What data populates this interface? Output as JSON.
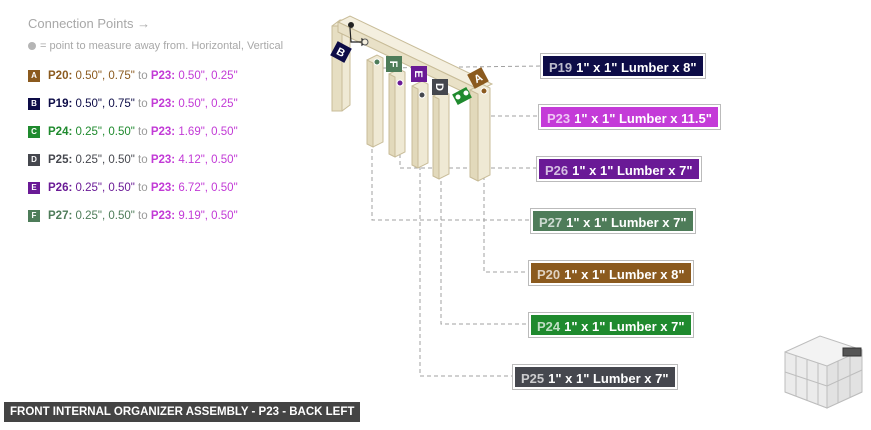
{
  "header": {
    "title": "Connection Points →",
    "subtitle": "= point to measure away from. Horizontal, Vertical"
  },
  "connection_points": [
    {
      "letter": "A",
      "part": "P20:",
      "from": "0.50\", 0.75\"",
      "to_word": "to",
      "target": "P23:",
      "target_vals": "0.50\", 0.25\"",
      "color": "#8b5a1e"
    },
    {
      "letter": "B",
      "part": "P19:",
      "from": "0.50\", 0.75\"",
      "to_word": "to",
      "target": "P23:",
      "target_vals": "0.50\", 0.25\"",
      "color": "#0d0c47"
    },
    {
      "letter": "C",
      "part": "P24:",
      "from": "0.25\", 0.50\"",
      "to_word": "to",
      "target": "P23:",
      "target_vals": "1.69\", 0.50\"",
      "color": "#1f8a2e"
    },
    {
      "letter": "D",
      "part": "P25:",
      "from": "0.25\", 0.50\"",
      "to_word": "to",
      "target": "P23:",
      "target_vals": "4.12\", 0.50\"",
      "color": "#45474e"
    },
    {
      "letter": "E",
      "part": "P26:",
      "from": "0.25\", 0.50\"",
      "to_word": "to",
      "target": "P23:",
      "target_vals": "6.72\", 0.50\"",
      "color": "#6a1a96"
    },
    {
      "letter": "F",
      "part": "P27:",
      "from": "0.25\", 0.50\"",
      "to_word": "to",
      "target": "P23:",
      "target_vals": "9.19\", 0.50\"",
      "color": "#4e7c59"
    }
  ],
  "part_labels": [
    {
      "id": "P19",
      "text": "1\" x 1\" Lumber  x 8\"",
      "color": "#0d0c47"
    },
    {
      "id": "P23",
      "text": "1\" x 1\" Lumber  x 11.5\"",
      "color": "#c43bd8"
    },
    {
      "id": "P26",
      "text": "1\" x 1\" Lumber  x 7\"",
      "color": "#6a1a96"
    },
    {
      "id": "P27",
      "text": "1\" x 1\" Lumber  x 7\"",
      "color": "#4e7c59"
    },
    {
      "id": "P20",
      "text": "1\" x 1\" Lumber  x 8\"",
      "color": "#8b5a1e"
    },
    {
      "id": "P24",
      "text": "1\" x 1\" Lumber  x 7\"",
      "color": "#1f8a2e"
    },
    {
      "id": "P25",
      "text": "1\" x 1\" Lumber  x 7\"",
      "color": "#45474e"
    }
  ],
  "diagram_markers": [
    "B",
    "F",
    "E",
    "D",
    "A",
    "C"
  ],
  "footer": {
    "title": "FRONT INTERNAL ORGANIZER ASSEMBLY - P23 - BACK LEFT"
  }
}
